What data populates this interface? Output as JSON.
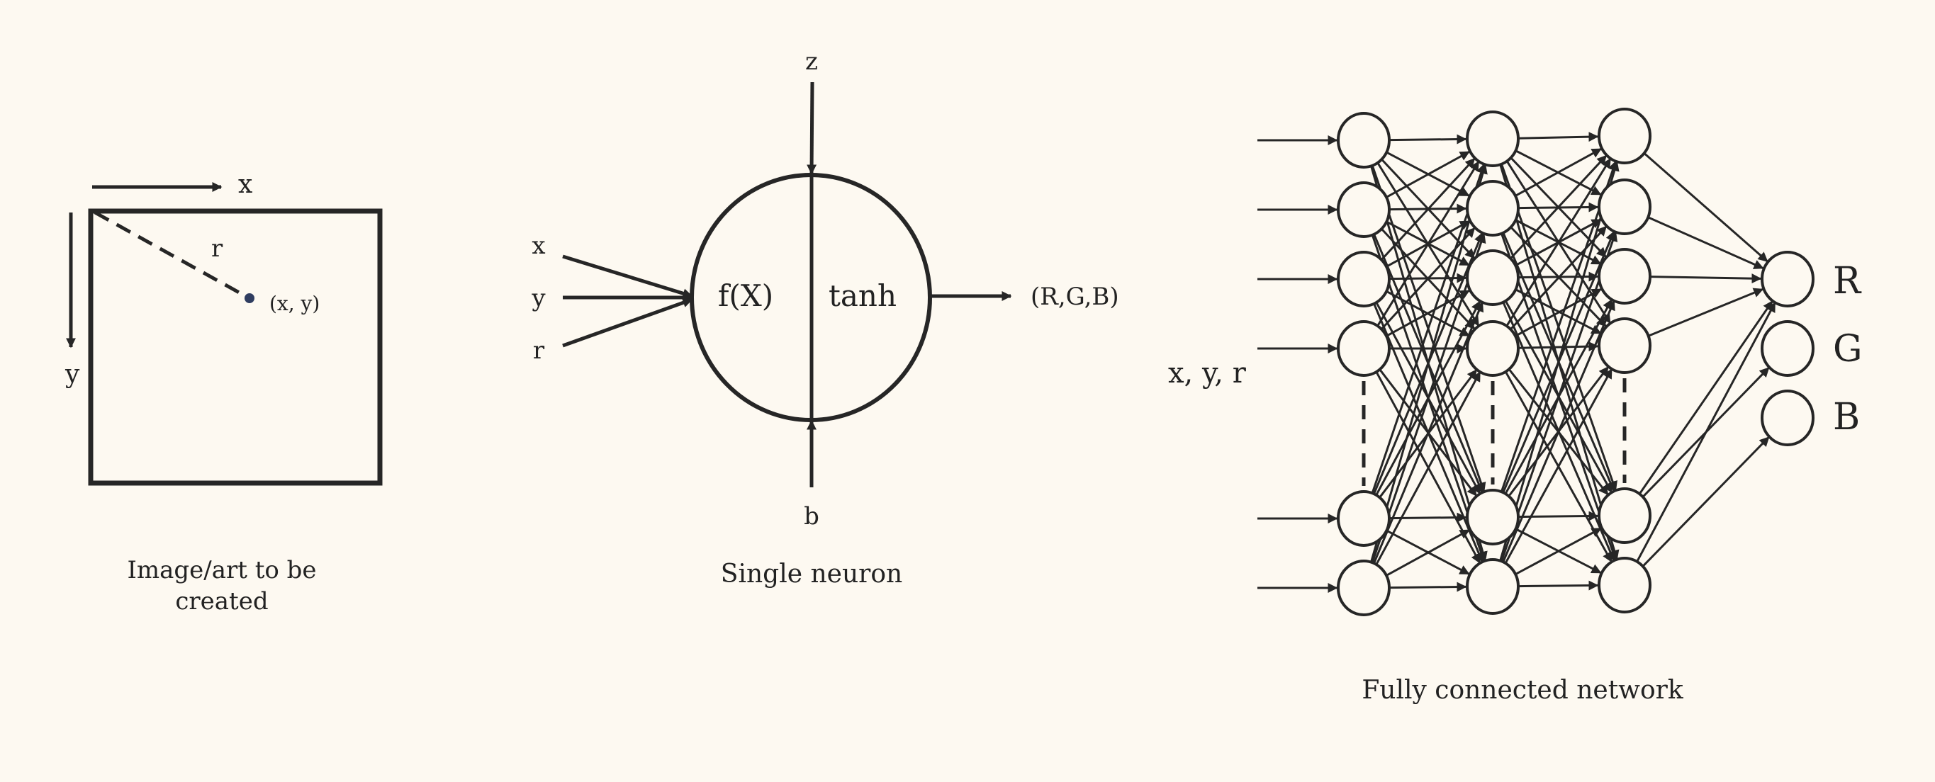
{
  "colors": {
    "ink": "#262626",
    "background": "#fdf9f1",
    "point": "#2f3d60"
  },
  "image_panel": {
    "x_axis": "x",
    "y_axis": "y",
    "radius": "r",
    "point": "(x, y)",
    "caption_line1": "Image/art to be",
    "caption_line2": "created"
  },
  "neuron_panel": {
    "input_x": "x",
    "input_y": "y",
    "input_r": "r",
    "input_z": "z",
    "input_b": "b",
    "function": "f(X)",
    "activation": "tanh",
    "output": "(R,G,B)",
    "caption": "Single neuron"
  },
  "network_panel": {
    "inputs": "x, y, r",
    "output_r": "R",
    "output_g": "G",
    "output_b": "B",
    "caption": "Fully connected network"
  }
}
